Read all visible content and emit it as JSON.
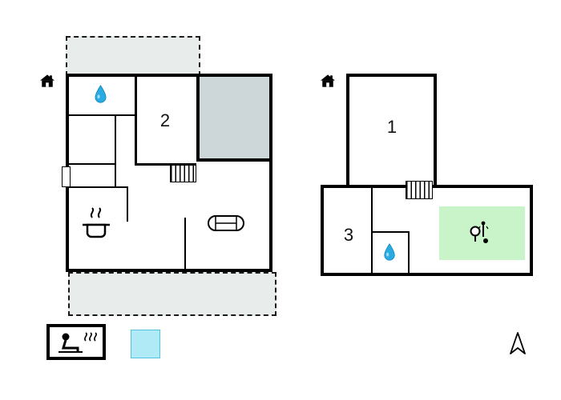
{
  "left_plan": {
    "room2_label": "2"
  },
  "right_plan": {
    "room1_label": "1",
    "room3_label": "3"
  },
  "colors": {
    "wall": "#000000",
    "terrace_fill": "#e8edec",
    "gray_room_fill": "#cdd6d8",
    "green_area_fill": "#c9f4ca",
    "legend_square_fill": "#b0eaf7",
    "water_drop_fill": "#2aabe2"
  },
  "icons": {
    "left_entrance": "house-icon",
    "right_entrance": "house-icon",
    "left_bath": "water-drop-icon",
    "right_bath": "water-drop-icon",
    "kitchen": "stove-pot-icon",
    "living": "sofa-icon",
    "shower_room": "shower-icon",
    "legend_sauna": "sauna-icon",
    "compass": "north-arrow-icon"
  }
}
